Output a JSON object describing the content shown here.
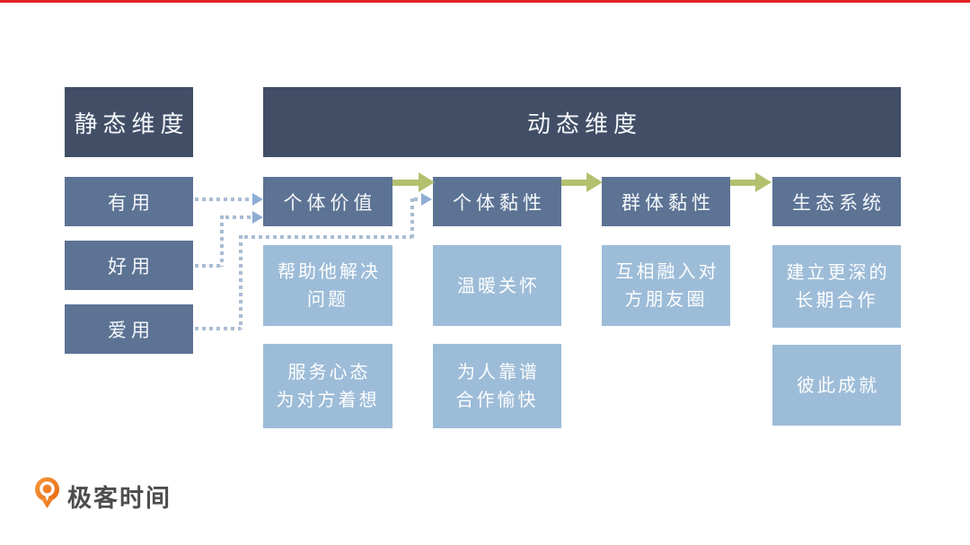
{
  "slide": {
    "background": "#ffffff",
    "top_accent_color": "#e32222"
  },
  "headers": {
    "static_label": "静态维度",
    "dynamic_label": "动态维度"
  },
  "static_items": [
    {
      "label": "有用"
    },
    {
      "label": "好用"
    },
    {
      "label": "爱用"
    }
  ],
  "columns": [
    {
      "header": "个体价值",
      "cards": [
        "帮助他解决\n问题",
        "服务心态\n为对方着想"
      ]
    },
    {
      "header": "个体黏性",
      "cards": [
        "温暖关怀",
        "为人靠谱\n合作愉快"
      ]
    },
    {
      "header": "群体黏性",
      "cards": [
        "互相融入对\n方朋友圈"
      ]
    },
    {
      "header": "生态系统",
      "cards": [
        "建立更深的\n长期合作",
        "彼此成就"
      ]
    }
  ],
  "connectors": [
    {
      "from": "有用",
      "to": "个体价值",
      "style": "dotted-arrow"
    },
    {
      "from": "好用",
      "to": "个体价值",
      "style": "dotted-arrow"
    },
    {
      "from": "爱用",
      "to": "个体黏性",
      "style": "dotted-arrow"
    },
    {
      "from": "个体价值",
      "to": "个体黏性",
      "style": "green-arrow"
    },
    {
      "from": "个体黏性",
      "to": "群体黏性",
      "style": "green-arrow"
    },
    {
      "from": "群体黏性",
      "to": "生态系统",
      "style": "green-arrow"
    }
  ],
  "colors": {
    "dark_navy": "#414e66",
    "slate_blue": "#5c7394",
    "light_blue": "#9dbcd8",
    "green_arrow": "#b3c06e",
    "dotted_blue": "#a9bcd2",
    "arrowhead_blue": "#8fadd3",
    "accent_red": "#e32222",
    "logo_orange": "#ee7b24",
    "logo_text": "#4d4d4d"
  },
  "footer": {
    "logo_text": "极客时间"
  },
  "icons": {
    "flow_arrow": "green-right-arrow",
    "dotted_arrowhead": "blue-right-triangle",
    "logo": "geektime-pin-logo"
  }
}
